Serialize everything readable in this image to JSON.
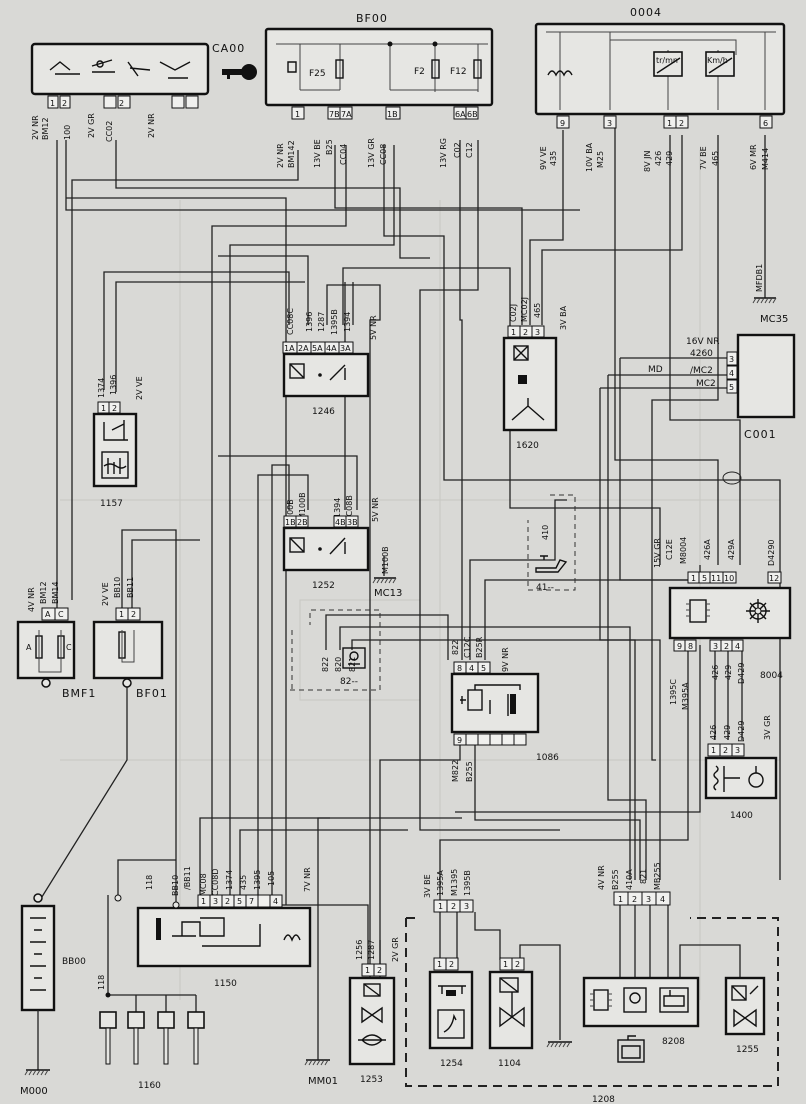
{
  "components": {
    "ca00": {
      "id": "CA00"
    },
    "bf00": {
      "id": "BF00",
      "fuses": [
        "F25",
        "F2",
        "F12"
      ]
    },
    "c0004": {
      "id": "0004",
      "gauge1": "tr/mn",
      "gauge2": "Km/h"
    },
    "c1246": {
      "id": "1246"
    },
    "c1620": {
      "id": "1620"
    },
    "c001": {
      "id": "C001"
    },
    "c1157": {
      "id": "1157"
    },
    "c1252": {
      "id": "1252"
    },
    "c41": {
      "id": "41--"
    },
    "c8004": {
      "id": "8004"
    },
    "bmf1": {
      "id": "BMF1",
      "pinA": "A",
      "pinC": "C"
    },
    "bf01": {
      "id": "BF01"
    },
    "c82": {
      "id": "82--"
    },
    "c1086": {
      "id": "1086"
    },
    "c1400": {
      "id": "1400"
    },
    "bb00": {
      "id": "BB00"
    },
    "c1150": {
      "id": "1150"
    },
    "c1160": {
      "id": "1160"
    },
    "c1253": {
      "id": "1253"
    },
    "c1208": {
      "id": "1208"
    },
    "c1254": {
      "id": "1254"
    },
    "c1104": {
      "id": "1104"
    },
    "c8208": {
      "id": "8208"
    },
    "c1255": {
      "id": "1255"
    }
  },
  "grounds": {
    "mc35": "MC35",
    "mfdb1": "MFDB1",
    "mc13": "MC13",
    "m000": "M000",
    "mm01": "MM01"
  },
  "connectors": {
    "ca00": {
      "pins": [
        "1",
        "2"
      ],
      "l1": "2V NR",
      "l2": "BM12",
      "l3": "100",
      "g1": "2V GR",
      "g2": "CC02",
      "g3": "2V NR"
    },
    "bf00": {
      "pins": [
        "1",
        "7B",
        "7A",
        "1B",
        "6A",
        "6B"
      ],
      "l1": "2V NR",
      "l2": "BM142",
      "l3": "13V BE",
      "l4": "B25",
      "l5": "CC04",
      "l6": "13V GR",
      "l7": "CC08",
      "l8": "13V RG",
      "l9": "C02",
      "l10": "C12"
    },
    "c0004": {
      "pins": [
        "9",
        "3",
        "1",
        "2",
        "6"
      ],
      "l1": "9V VE",
      "l2": "435",
      "l3": "10V BA",
      "l4": "M25",
      "l5": "8V JN",
      "l6": "426",
      "l7": "429",
      "l8": "7V BE",
      "l9": "465",
      "l10": "6V MR",
      "l11": "M414"
    },
    "c1246": {
      "pins": [
        "1A",
        "2A",
        "5A",
        "4A",
        "3A"
      ],
      "wires": [
        "CC08C",
        "1396",
        "1287",
        "1395B",
        "1394"
      ],
      "color": "5V NR"
    },
    "c1620": {
      "pins": [
        "1",
        "2",
        "3"
      ],
      "wires": [
        "C02J",
        "MC02J",
        "465"
      ],
      "color": "3V BA"
    },
    "c001": {
      "pins": [
        "3",
        "4",
        "5"
      ],
      "color": "16V NR",
      "w1": "4260",
      "w2": "/MC2",
      "w3": "MC2",
      "md": "MD"
    },
    "c1157": {
      "pins": [
        "1",
        "2"
      ],
      "wires": [
        "1374",
        "1396"
      ],
      "color": "2V VE"
    },
    "c1252": {
      "pins": [
        "1B",
        "2B",
        "3B",
        "4B",
        "3B"
      ],
      "wires": [
        "100B",
        "M100B",
        "1394",
        "CC08B"
      ],
      "color": "5V NR",
      "extra": "M100B"
    },
    "c41": {
      "wire": "410"
    },
    "c8004": {
      "pinsTop": [
        "1",
        "5",
        "11",
        "10",
        "12"
      ],
      "pinsBot": [
        "9",
        "8",
        "3",
        "2",
        "4"
      ],
      "topColor": "15V GR",
      "topWires": [
        "C12E",
        "M8004",
        "426A",
        "429A"
      ],
      "topRight": "D4290",
      "botWires": [
        "1395C",
        "M395A",
        "426",
        "429",
        "D429"
      ]
    },
    "bmf1": {
      "pins": [
        "A",
        "C"
      ],
      "color": "4V NR",
      "wires": [
        "BM12",
        "BM14"
      ]
    },
    "bf01": {
      "pins": [
        "1",
        "2"
      ],
      "color": "2V VE",
      "wires": [
        "BB10",
        "BB11"
      ]
    },
    "c82": {
      "wires": [
        "822",
        "820",
        "821"
      ]
    },
    "c1086": {
      "pinsTop": [
        "8",
        "4",
        "5"
      ],
      "topWires": [
        "822",
        "C12C",
        "B25R"
      ],
      "topColor": "9V NR",
      "pinBot": "9",
      "botWires": [
        "M822",
        "B255"
      ]
    },
    "c1400": {
      "pins": [
        "1",
        "2",
        "3"
      ],
      "wires": [
        "426",
        "429",
        "D429"
      ],
      "color": "3V GR"
    },
    "c1150": {
      "pins": [
        "1",
        "3",
        "2",
        "5",
        "7",
        "4"
      ],
      "wires": [
        "BB10",
        "/BB11",
        "MC08",
        "CC08D",
        "1374",
        "435",
        "1395",
        "105"
      ],
      "color": "7V NR",
      "extra": "118"
    },
    "c1160": {
      "wire": "118"
    },
    "c1253": {
      "pins": [
        "1",
        "2"
      ],
      "wires": [
        "1256",
        "1287"
      ],
      "color": "2V GR"
    },
    "c1208": {
      "pins1": [
        "1",
        "2",
        "3"
      ],
      "wires1": [
        "1395A",
        "M1395",
        "1395B"
      ],
      "color1": "3V BE",
      "pins2": [
        "1",
        "2",
        "3",
        "4"
      ],
      "wires2": [
        "B255",
        "410A",
        "821",
        "MB255"
      ],
      "color2": "4V NR"
    },
    "c1254": {
      "pins": [
        "1",
        "2"
      ]
    },
    "c1104": {
      "pins": [
        "1",
        "2"
      ]
    }
  }
}
